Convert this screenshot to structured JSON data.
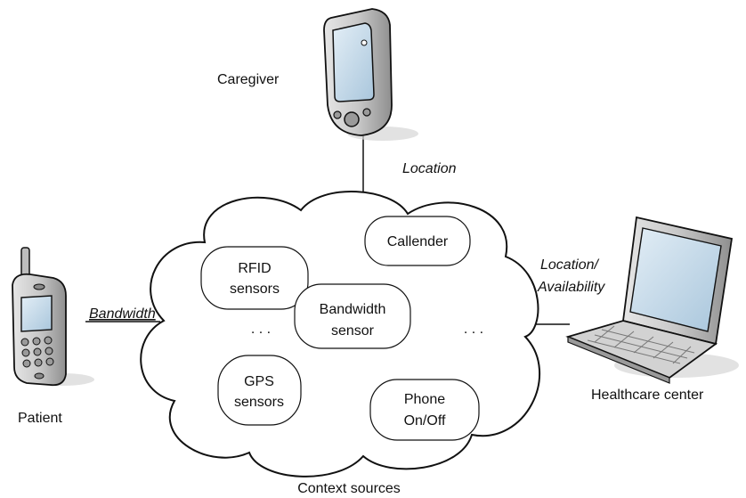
{
  "nodes": {
    "caregiver": "Caregiver",
    "patient": "Patient",
    "healthcare_center": "Healthcare center",
    "context_sources": "Context sources"
  },
  "edges": {
    "caregiver_label": "Location",
    "patient_label": "Bandwidth",
    "healthcare_label_line1": "Location/",
    "healthcare_label_line2": "Availability"
  },
  "sensors": {
    "callender": "Callender",
    "rfid_line1": "RFID",
    "rfid_line2": "sensors",
    "bandwidth_line1": "Bandwidth",
    "bandwidth_line2": "sensor",
    "gps_line1": "GPS",
    "gps_line2": "sensors",
    "phone_line1": "Phone",
    "phone_line2": "On/Off",
    "ellipsis_left": ". . .",
    "ellipsis_right": ". . ."
  },
  "colors": {
    "device_body": "#bdbdbd",
    "device_dark": "#8a8a8a",
    "screen": "#c4daea",
    "stroke": "#111111"
  }
}
